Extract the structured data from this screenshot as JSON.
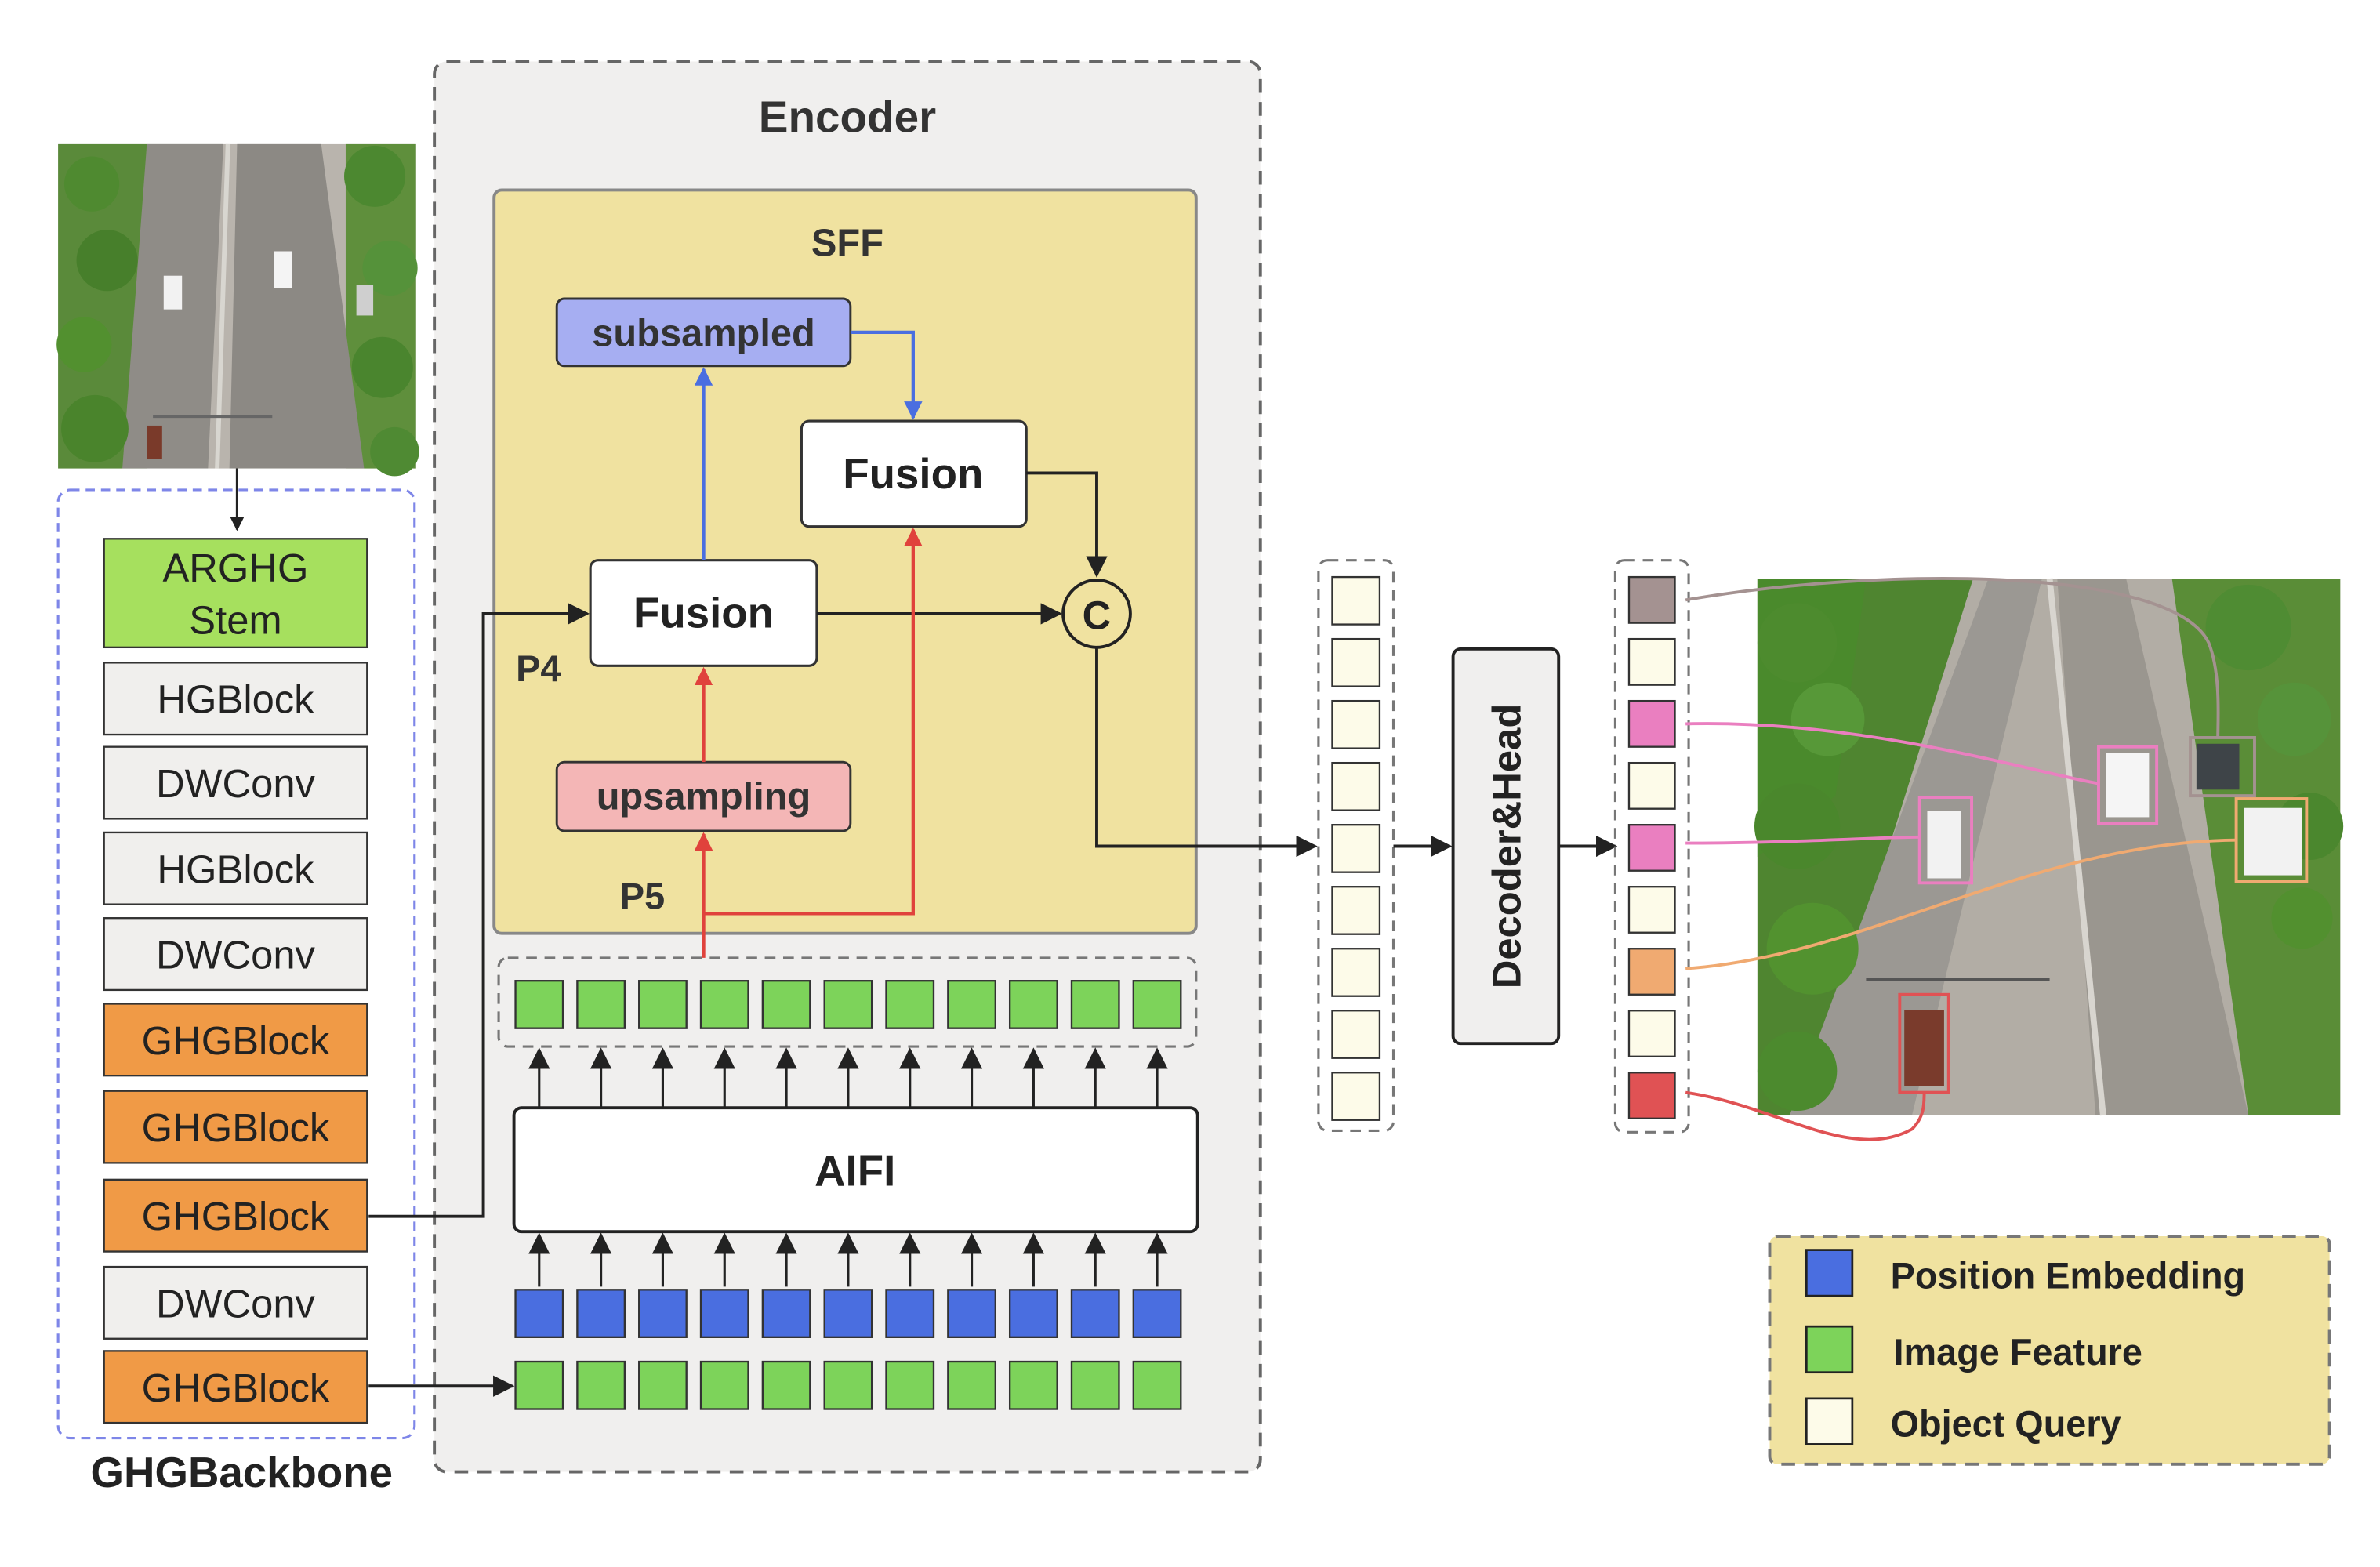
{
  "encoder": {
    "title": "Encoder"
  },
  "sff": {
    "title": "SFF",
    "subsampled": "subsampled",
    "fusion_top": "Fusion",
    "fusion_mid": "Fusion",
    "upsampling": "upsampling",
    "concat": "C",
    "p4": "P4",
    "p5": "P5"
  },
  "aifi": {
    "label": "AIFI"
  },
  "backbone": {
    "title": "GHGBackbone",
    "stem_line1": "ARGHG",
    "stem_line2": "Stem",
    "blocks": [
      "HGBlock",
      "DWConv",
      "HGBlock",
      "DWConv",
      "GHGBlock",
      "GHGBlock",
      "GHGBlock",
      "DWConv",
      "GHGBlock"
    ]
  },
  "decoder": {
    "label": "Decoder&Head"
  },
  "legend": {
    "position_embedding": "Position Embedding",
    "image_feature": "Image Feature",
    "object_query": "Object Query"
  },
  "colors": {
    "position_embedding": "#4a6ee0",
    "image_feature": "#7dd35a",
    "object_query": "#fdfbe9",
    "stem": "#a6e05e",
    "ghgblock": "#f09a46",
    "plain_block": "#f0efed",
    "encoder_bg": "#f0efee",
    "sff_bg": "#f0e2a0",
    "subsampled": "#a6aef2",
    "upsampling": "#f4b6b6",
    "blue_arrow": "#4a6ee0",
    "red_arrow": "#e0423c",
    "query_colors": [
      "#a49291",
      "#fdfbe9",
      "#ea7fc0",
      "#fdfbe9",
      "#ea7fc0",
      "#fdfbe9",
      "#f0aa71",
      "#fdfbe9",
      "#e05254"
    ]
  }
}
